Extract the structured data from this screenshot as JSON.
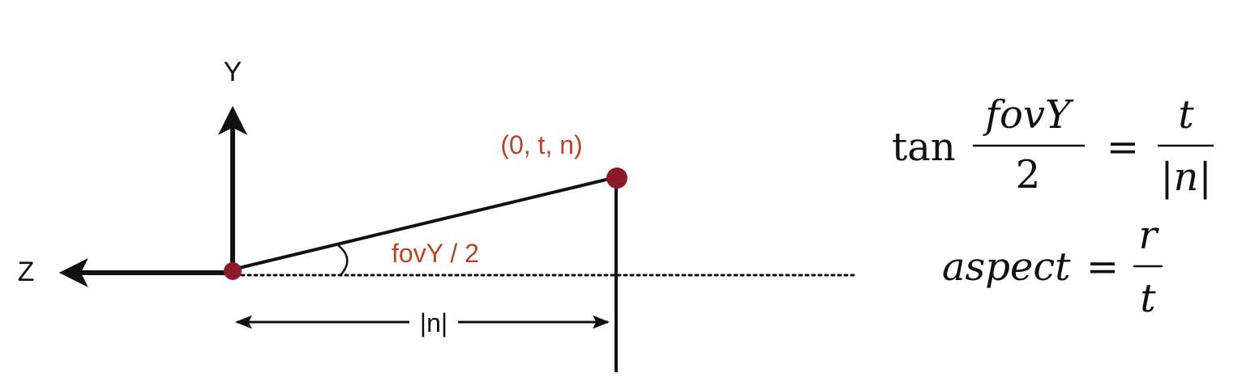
{
  "diagram": {
    "axes": {
      "y_label": "Y",
      "z_label": "Z"
    },
    "point_label": "(0, t, n)",
    "angle_label": "fovY / 2",
    "distance_label": "|n|",
    "colors": {
      "ink": "#111111",
      "accent_text": "#b5452b",
      "point_fill": "#8b1a2b"
    }
  },
  "formulas": {
    "f1": {
      "func": "tan",
      "numerator": "fovY",
      "denominator": "2",
      "equals": "=",
      "rhs_numerator": "t",
      "rhs_denominator": "|n|"
    },
    "f2": {
      "lhs": "aspect",
      "equals": "=",
      "rhs_numerator": "r",
      "rhs_denominator": "t"
    }
  }
}
